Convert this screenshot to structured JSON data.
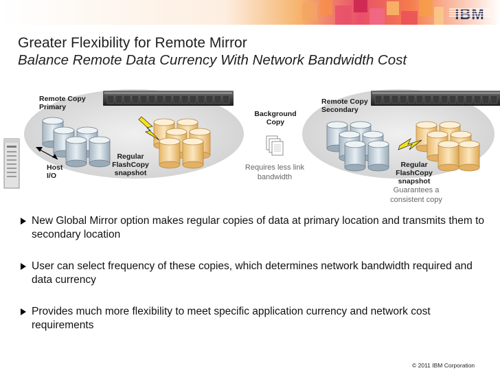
{
  "header": {
    "brand": "IBM",
    "title": "Greater Flexibility for Remote Mirror",
    "subtitle": "Balance Remote Data Currency With Network Bandwidth Cost"
  },
  "diagram": {
    "primary_label": "Remote Copy\nPrimary",
    "secondary_label": "Remote Copy\nSecondary",
    "host_label": "Host\nI/O",
    "primary_snapshot_label": "Regular\nFlashCopy\nsnapshot",
    "secondary_snapshot_label": "Regular\nFlashCopy\nsnapshot",
    "background_copy_label": "Background\nCopy",
    "bandwidth_note": "Requires less link\nbandwidth",
    "consistency_note": "Guarantees a\nconsistent copy"
  },
  "bullets": [
    "New Global Mirror option makes regular copies of data at primary location and transmits them to secondary location",
    "User can select frequency of these copies, which determines network bandwidth required and data currency",
    "Provides much more flexibility to meet specific application currency and network cost requirements"
  ],
  "footer": {
    "copyright": "© 2011 IBM Corporation"
  },
  "colors": {
    "disk_blue": "#c9d6e0",
    "disk_orange": "#f5d59a",
    "cloud_gray": "#d8d8d8",
    "flash_yellow": "#f6e11a"
  }
}
